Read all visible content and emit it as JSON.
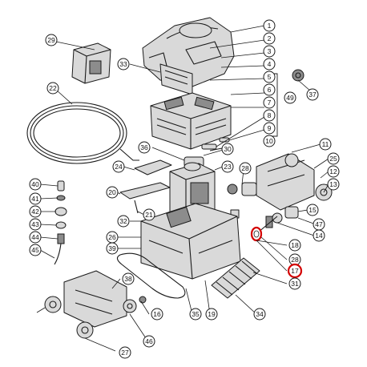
{
  "colors": {
    "line": "#1a1a1a",
    "highlight": "#d40000",
    "background": "#ffffff",
    "part_fill": "#d9d9d9"
  },
  "callouts": [
    {
      "id": "c1",
      "label": "1"
    },
    {
      "id": "c2",
      "label": "2"
    },
    {
      "id": "c3",
      "label": "3"
    },
    {
      "id": "c4",
      "label": "4"
    },
    {
      "id": "c5",
      "label": "5"
    },
    {
      "id": "c6",
      "label": "6"
    },
    {
      "id": "c7",
      "label": "7"
    },
    {
      "id": "c8",
      "label": "8"
    },
    {
      "id": "c49",
      "label": "49"
    },
    {
      "id": "c9",
      "label": "9"
    },
    {
      "id": "c10",
      "label": "10"
    },
    {
      "id": "c29",
      "label": "29"
    },
    {
      "id": "c33",
      "label": "33"
    },
    {
      "id": "c37",
      "label": "37"
    },
    {
      "id": "c22",
      "label": "22"
    },
    {
      "id": "c36",
      "label": "36"
    },
    {
      "id": "c30",
      "label": "30"
    },
    {
      "id": "c11",
      "label": "11"
    },
    {
      "id": "c25",
      "label": "25"
    },
    {
      "id": "c12",
      "label": "12"
    },
    {
      "id": "c13",
      "label": "13"
    },
    {
      "id": "c24",
      "label": "24"
    },
    {
      "id": "c23",
      "label": "23"
    },
    {
      "id": "c28a",
      "label": "28"
    },
    {
      "id": "c40",
      "label": "40"
    },
    {
      "id": "c41",
      "label": "41"
    },
    {
      "id": "c42",
      "label": "42"
    },
    {
      "id": "c43",
      "label": "43"
    },
    {
      "id": "c44",
      "label": "44"
    },
    {
      "id": "c45",
      "label": "45"
    },
    {
      "id": "c20",
      "label": "20"
    },
    {
      "id": "c21",
      "label": "21"
    },
    {
      "id": "c32",
      "label": "32"
    },
    {
      "id": "c15",
      "label": "15"
    },
    {
      "id": "c47",
      "label": "47"
    },
    {
      "id": "c14",
      "label": "14"
    },
    {
      "id": "c26",
      "label": "26"
    },
    {
      "id": "c39",
      "label": "39"
    },
    {
      "id": "c18",
      "label": "18"
    },
    {
      "id": "c28b",
      "label": "28"
    },
    {
      "id": "c17",
      "label": "17",
      "highlight": true
    },
    {
      "id": "c31",
      "label": "31"
    },
    {
      "id": "c38",
      "label": "38"
    },
    {
      "id": "c34",
      "label": "34"
    },
    {
      "id": "c16",
      "label": "16"
    },
    {
      "id": "c35",
      "label": "35"
    },
    {
      "id": "c19",
      "label": "19"
    },
    {
      "id": "c46",
      "label": "46"
    },
    {
      "id": "c27",
      "label": "27"
    }
  ],
  "highlighted_part": "17"
}
